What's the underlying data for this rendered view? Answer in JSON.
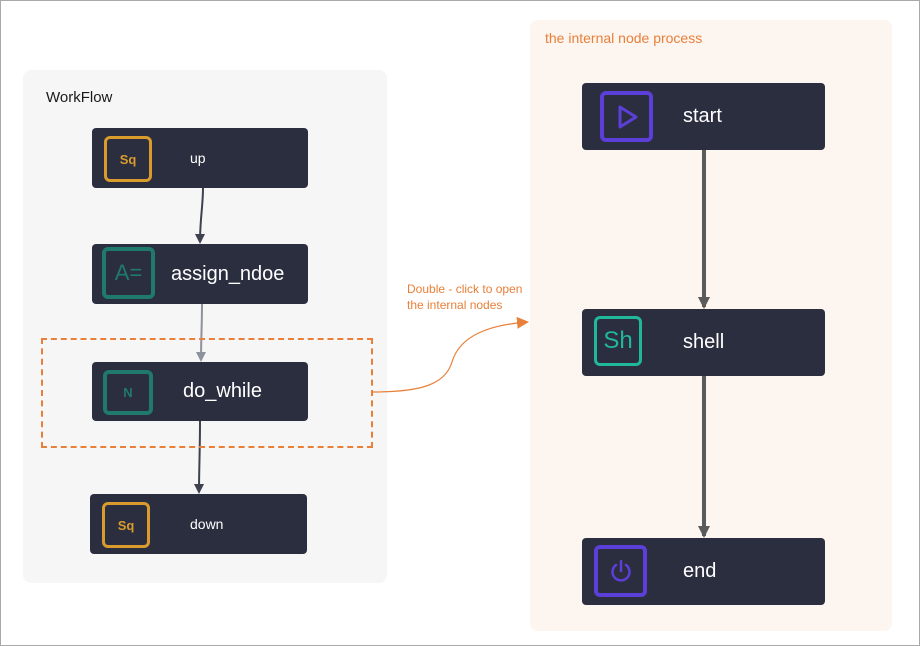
{
  "workflow": {
    "title": "WorkFlow",
    "nodes": {
      "up": {
        "icon_text": "Sq",
        "label": "up"
      },
      "assign": {
        "icon_text": "A=",
        "label": "assign_ndoe"
      },
      "dowhile": {
        "icon_text": "N",
        "label": "do_while"
      },
      "down": {
        "icon_text": "Sq",
        "label": "down"
      }
    }
  },
  "internal": {
    "title": "the internal node process",
    "nodes": {
      "start": {
        "icon": "play-icon",
        "label": "start"
      },
      "shell": {
        "icon_text": "Sh",
        "label": "shell"
      },
      "end": {
        "icon": "power-icon",
        "label": "end"
      }
    }
  },
  "annotation": {
    "line1": "Double - click to open",
    "line2": "the internal nodes"
  },
  "colors": {
    "node_bg": "#2b2e3e",
    "sq_accent": "#d99b2c",
    "teal_accent": "#1f7a6d",
    "shell_accent": "#20b79a",
    "purple_accent": "#5b3fd8",
    "annotation_orange": "#e8803a",
    "left_panel_bg": "#f6f6f6",
    "right_panel_bg": "#fdf5ef"
  }
}
